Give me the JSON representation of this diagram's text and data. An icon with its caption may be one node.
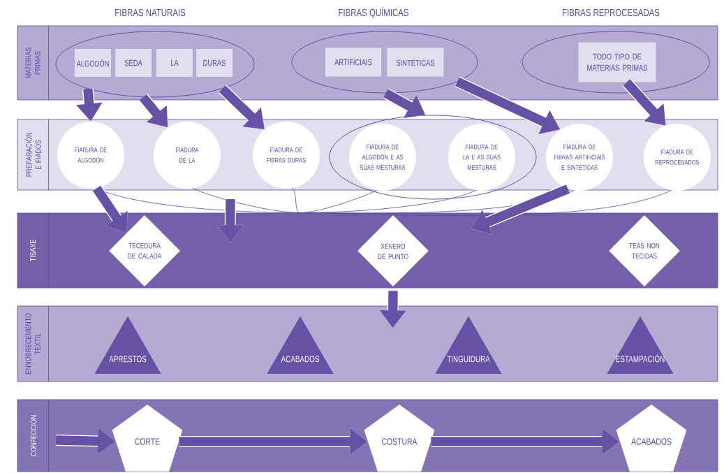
{
  "diagram": {
    "nodes": [
      {
        "text": [
          "MATERIAS PRIMAS"
        ]
      },
      {
        "text": [],
        "shape": "ellipse",
        "in": 0
      },
      {
        "text": [
          "ALGODÓN"
        ],
        "in": 1
      },
      {
        "text": [
          "SEDA"
        ],
        "in": 1
      },
      {
        "text": [
          "LA"
        ],
        "in": 1
      },
      {
        "text": [
          "DURAS"
        ],
        "in": 1
      },
      {
        "text": [],
        "shape": "ellipse",
        "in": 0
      },
      {
        "text": [
          "ARTIFICIAIS"
        ],
        "in": 6
      },
      {
        "text": [
          "SINTÉTICAS"
        ],
        "in": 6
      },
      {
        "text": [],
        "shape": "ellipse",
        "in": 0
      },
      {
        "text": [
          "TODO TIPO DE MATERIAS PRIMAS"
        ],
        "in": 9
      },
      {
        "text": [
          "PREPARACIÓN E FIADOS"
        ]
      },
      {
        "text": [
          "FIADURA DE ALGODÓN"
        ],
        "in": 11
      },
      {
        "text": [
          "FIADURA DE LA"
        ],
        "in": 11
      },
      {
        "text": [
          "FIADURA DE FIBRAS DURAS"
        ],
        "in": 11
      },
      {
        "text": [],
        "shape": "ellipse"
      },
      {
        "text": [
          "FIADURA DE ALGODÓN E AS SÚAS MESTURAS"
        ],
        "in": 15
      },
      {
        "text": [
          "FIADURA DE LA E AS SÚAS MESTURAS"
        ],
        "in": 15
      },
      {
        "text": [
          "FIADURA DE FIBRAS ARTIFICIAIS E SINTÉTICAS"
        ],
        "in": 11
      },
      {
        "text": [
          "FIADURA DE REPROCESADOS"
        ],
        "in": 11
      },
      {
        "text": [
          "TISAXE"
        ]
      },
      {
        "text": [
          "TECEDURA DE CALADA"
        ],
        "in": 20
      },
      {
        "text": [
          "XÉNERO DE PUNTO"
        ],
        "in": 20
      },
      {
        "text": [
          "TEAS NON TECIDAS"
        ],
        "in": 20
      },
      {
        "text": [
          "ENNOBRECEMENTO TEXTIL"
        ]
      },
      {
        "text": [
          "APRESTOS"
        ],
        "in": 24
      },
      {
        "text": [
          "ACABADOS"
        ],
        "in": 24
      },
      {
        "text": [
          "TINGUIDURA"
        ],
        "in": 24
      },
      {
        "text": [
          "ESTAMPACIÓN"
        ],
        "in": 24
      },
      {
        "text": [
          "CONFECCIÓN"
        ]
      },
      {
        "text": [
          "CORTE"
        ],
        "in": 29
      },
      {
        "text": [
          "COSTURA"
        ],
        "in": 29
      },
      {
        "text": [
          "ACABADOS"
        ],
        "in": 29
      }
    ],
    "edges": [
      {
        "from": 1,
        "to": 12,
        "arrow": "to"
      },
      {
        "from": 1,
        "to": 13,
        "arrow": "to"
      },
      {
        "from": 1,
        "to": 14,
        "arrow": "to"
      },
      {
        "from": 6,
        "to": 15,
        "arrow": "to"
      },
      {
        "from": 6,
        "to": 18,
        "arrow": "to"
      },
      {
        "from": 10,
        "to": 19,
        "arrow": "to"
      },
      {
        "from": 12,
        "to": 20,
        "arrow": "none",
        "color": "#5b47a0"
      },
      {
        "from": 13,
        "to": 20,
        "arrow": "none",
        "color": "#5b47a0"
      },
      {
        "from": 14,
        "to": 20,
        "arrow": "none",
        "color": "#5b47a0"
      },
      {
        "from": 16,
        "to": 20,
        "arrow": "none",
        "color": "#5b47a0"
      },
      {
        "from": 17,
        "to": 20,
        "arrow": "none",
        "color": "#5b47a0"
      },
      {
        "from": 18,
        "to": 20,
        "arrow": "none",
        "color": "#5b47a0"
      },
      {
        "from": 19,
        "to": 20,
        "arrow": "none",
        "color": "#5b47a0"
      },
      {
        "from": 12,
        "to": 21,
        "arrow": "to"
      },
      {
        "from": null,
        "to": 20,
        "arrow": "to"
      },
      {
        "from": 18,
        "to": 20,
        "arrow": "to"
      },
      {
        "from": 22,
        "to": 24,
        "arrow": "to"
      },
      {
        "from": null,
        "to": 30,
        "arrow": "to"
      },
      {
        "from": 30,
        "to": 31,
        "arrow": "to"
      },
      {
        "from": 31,
        "to": 32,
        "arrow": "to"
      }
    ],
    "labels": [
      "FIBRAS NATURAIS",
      "FIBRAS QUÍMICAS",
      "FIBRAS REPROCESADAS"
    ]
  }
}
